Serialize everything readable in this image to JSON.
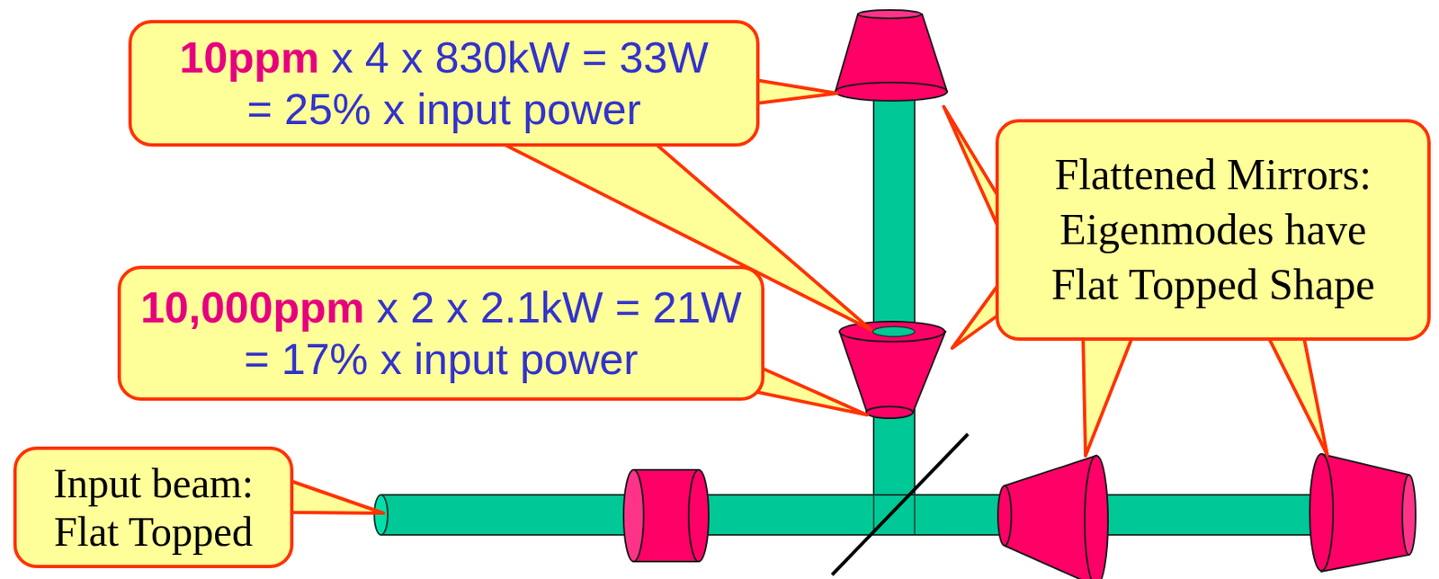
{
  "diagram": {
    "nodes": [
      {
        "text": [
          "10ppm",
          "x 4 x 830kW = 33W",
          "= 25% x input power"
        ]
      },
      {
        "text": [
          "Flattened Mirrors: Eigenmodes have Flat Topped Shape"
        ]
      },
      {
        "text": [
          "10,000ppm",
          "x 2 x 2.1kW = 21W",
          "= 17% x input power"
        ]
      },
      {
        "text": [
          "Input beam: Flat Topped"
        ]
      }
    ]
  }
}
